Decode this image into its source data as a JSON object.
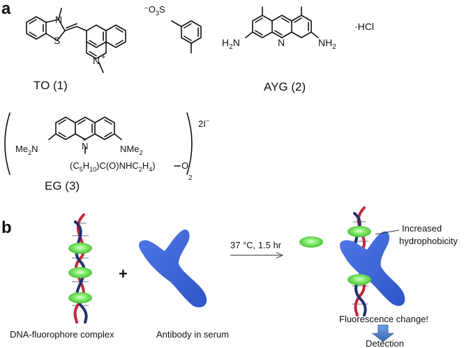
{
  "panel_a": {
    "label": "a",
    "compound_to": {
      "caption": "TO (1)",
      "atom_n_methyl": "N",
      "atom_s": "S",
      "atom_n_quin": "N",
      "charge_plus": "+",
      "counterion_prefix": "⁻O",
      "counterion_sub": "3",
      "counterion_s": "S"
    },
    "compound_ayg": {
      "caption": "AYG (2)",
      "amine_left": "H",
      "amine_left_sub": "2",
      "amine_left_n": "N",
      "atom_n": "N",
      "amine_right": "NH",
      "amine_right_sub": "2",
      "salt": "·HCl"
    },
    "compound_eg": {
      "caption": "EG (3)",
      "left_group": "Me",
      "left_group_sub": "2",
      "left_group_n": "N",
      "right_group": "NMe",
      "right_group_sub": "2",
      "ring_n": "N",
      "charge_plus": "+",
      "linker_open": "(C",
      "linker_sub1": "5",
      "linker_h": "H",
      "linker_sub2": "10",
      "linker_mid": ")C(O)NHC",
      "linker_sub3": "2",
      "linker_h2": "H",
      "linker_sub4": "4",
      "linker_close": ")",
      "oxygen": "O",
      "dimer_sub": "2",
      "counterion": "2I",
      "counterion_sup": "−"
    }
  },
  "panel_b": {
    "label": "b",
    "plus_sign": "+",
    "dna_complex_label": "DNA-fluorophore complex",
    "antibody_label": "Antibody in serum",
    "reaction_condition": "37 °C, 1.5 hr",
    "increased_label_line1": "Increased",
    "increased_label_line2": "hydrophobicity",
    "fluorescence_label": "Fluorescence change!",
    "detection_label": "Detection",
    "colors": {
      "dna_red": "#c0283a",
      "dna_blue": "#23306e",
      "fluorophore_green": "#6fe05a",
      "antibody_blue": "#3b63d8",
      "arrow_blue": "#4a7fc6"
    }
  }
}
